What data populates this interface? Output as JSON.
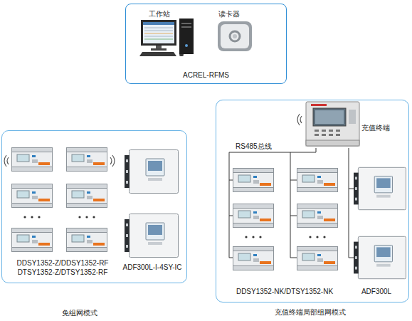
{
  "diagram": {
    "nodes": [
      {
        "text": [
          "ACREL-RFMS"
        ]
      },
      {
        "text": [
          "工作站"
        ],
        "in": 0
      },
      {
        "text": [
          "读卡器"
        ],
        "in": 0
      },
      {
        "text": [
          "免组网模式"
        ]
      },
      {
        "text": [
          "DDSY1352-Z/DDSY1352-RF DTSY1352-Z/DTSY1352-RF"
        ],
        "in": 3
      },
      {
        "text": [
          "ADF300L-I-4SY-IC"
        ],
        "in": 3
      },
      {
        "text": [
          "充值终端局部组网模式"
        ]
      },
      {
        "text": [
          "充值终端"
        ],
        "in": 6
      },
      {
        "text": [
          "DDSY1352-NK/DTSY1352-NK"
        ],
        "in": 6
      },
      {
        "text": [
          "ADF300L"
        ],
        "in": 6
      }
    ],
    "edges": [
      {
        "from": 7,
        "to": 8,
        "label": "RS485总线",
        "arrow": "none"
      },
      {
        "from": 7,
        "to": 9,
        "arrow": "none"
      }
    ]
  }
}
